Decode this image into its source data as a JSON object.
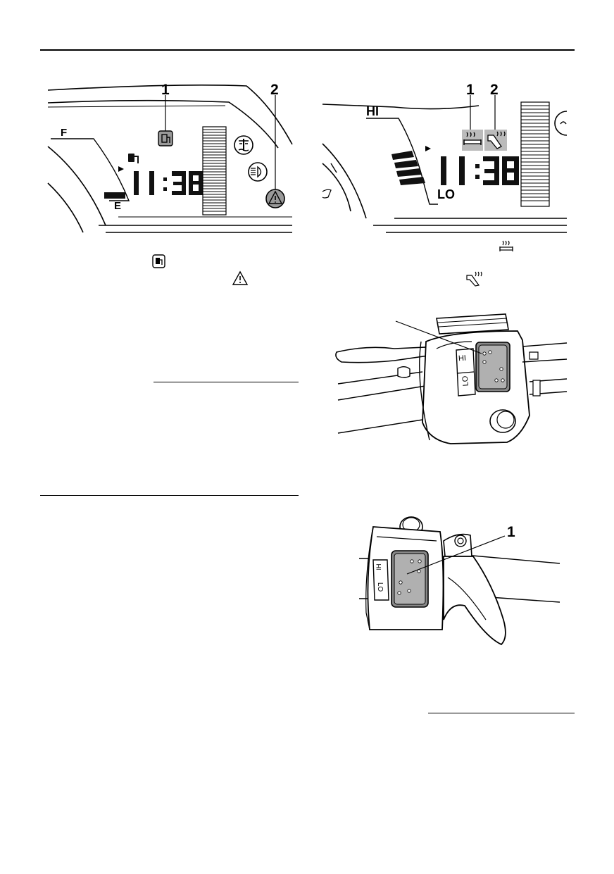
{
  "fuel_display": {
    "callouts": [
      "1",
      "2"
    ],
    "gauge_full": "F",
    "gauge_empty": "E",
    "clock": "11:38"
  },
  "heater_display": {
    "callouts": [
      "1",
      "2"
    ],
    "level_high": "HI",
    "level_low": "LO",
    "clock": "11:38"
  },
  "switch_left": {
    "labels": [
      "HI",
      "LO"
    ]
  },
  "switch_right": {
    "callout": "1",
    "labels": [
      "HI",
      "LO"
    ]
  },
  "icons": {
    "fuel": "fuel-pump-icon",
    "warning": "warning-triangle-icon",
    "coolant": "coolant-temperature-icon",
    "headlight": "headlight-icon",
    "grip_heater": "grip-warmer-icon",
    "thumb_heater": "thumb-warmer-icon"
  }
}
